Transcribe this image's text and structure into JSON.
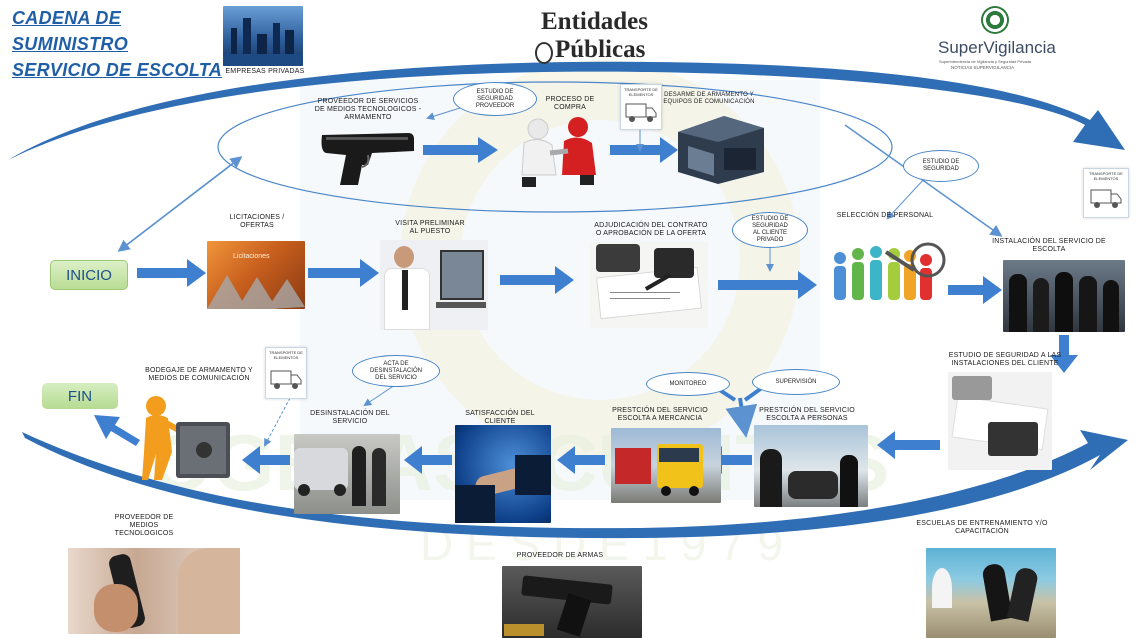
{
  "title": {
    "line1": "CADENA DE",
    "line2": "SUMINISTRO",
    "line3": "SERVICIO DE ESCOLTA"
  },
  "header": {
    "empresas_privadas": "EMPRESAS PRIVADAS",
    "entidades_line1": "Entidades",
    "entidades_line2": "Públicas",
    "supervigilancia_name": "SuperVigilancia",
    "supervigilancia_sub1": "Superintendencia de Vigilancia y Seguridad Privada",
    "supervigilancia_sub2": "NOTICIAS SUPERVIGILANCIA"
  },
  "badges": {
    "inicio": "INICIO",
    "fin": "FIN"
  },
  "labels": {
    "proveedor_servicios": "PROVEEDOR DE SERVICIOS DE MEDIOS TECNOLOGICOS - ARMAMENTO",
    "estudio_seg_proveedor": "ESTUDIO DE SEGURIDAD PROVEEDOR",
    "proceso_compra": "PROCESO DE COMPRA",
    "desarme": "DESARME DE ARMAMENTO Y EQUIPOS DE COMUNICACIÓN",
    "licitaciones": "LICITACIONES / OFERTAS",
    "visita": "VISITA PRELIMINAR AL PUESTO",
    "adjudicacion": "ADJUDICACIÓN DEL CONTRATO O APROBACIÓN DE LA OFERTA",
    "estudio_seg_cliente": "ESTUDIO DE SEGURIDAD AL CLIENTE PRIVADO",
    "estudio_de_seguridad": "ESTUDIO DE SEGURIDAD",
    "seleccion": "SELECCIÓN DE PERSONAL",
    "instalacion": "INSTALACIÓN DEL SERVICIO DE ESCOLTA",
    "estudio_instalaciones": "ESTUDIO DE SEGURIDAD A LAS INSTALACIONES DEL CLIENTE",
    "monitoreo": "MONITOREO",
    "supervision": "SUPERVISIÓN",
    "prestacion_mercancia": "PRESTCIÓN DEL SERVICIO ESCOLTA A MERCANCIA",
    "prestacion_personas": "PRESTCIÓN DEL SERVICIO ESCOLTA A PERSONAS",
    "satisfaccion": "SATISFACCIÓN DEL CLIENTE",
    "acta": "ACTA DE DESINSTALACIÓN DEL SERVICIO",
    "desinstalacion": "DESINSTALACIÓN DEL SERVICIO",
    "bodegaje": "BODEGAJE DE ARMAMENTO Y MEDIOS DE COMUNICACIÓN",
    "proveedor_medios": "PROVEEDOR DE MEDIOS TECNOLOGICOS",
    "proveedor_armas": "PROVEEDOR DE ARMAS",
    "escuelas": "ESCUELAS DE ENTRENAMIENTO Y/O CAPACITACIÓN",
    "transporte": "TRANSPORTE DE ELEMENTOS",
    "licitaciones_caption": "Licitaciones"
  },
  "colors": {
    "arrow_blue": "#3f7fcf",
    "dark_arc": "#2f6db5",
    "title_blue": "#1f5fa8",
    "inicio_green": "#cfe8b2",
    "fin_green": "#c9e6ad"
  }
}
